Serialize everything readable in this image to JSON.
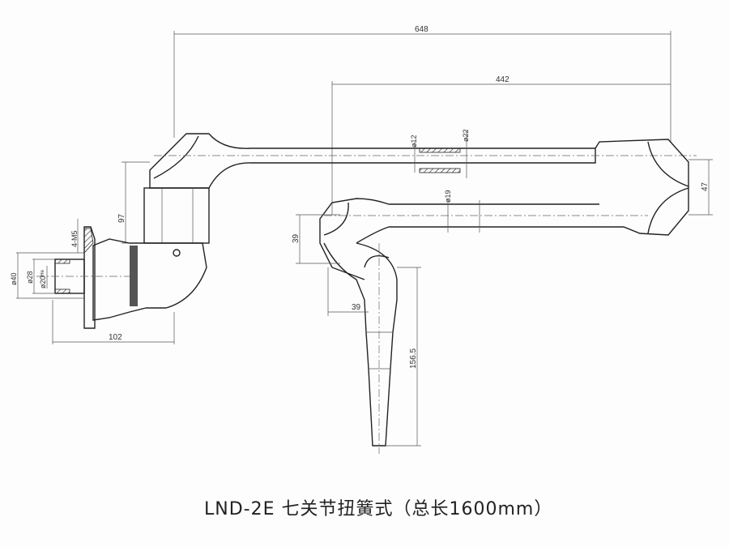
{
  "title": "LND-2E 七关节扭簧式（总长1600mm）",
  "dimensions": {
    "overall_length": "648",
    "upper_span": "442",
    "d12": "ø12",
    "d22": "ø22",
    "d19": "ø19",
    "height_97": "97",
    "length_102": "102",
    "height_39": "39",
    "width_39": "39",
    "length_156_5": "156.5",
    "height_47": "47",
    "d40": "ø40",
    "d28": "ø28",
    "d20": "ø20ᴴ⁸",
    "bolts": "4-M5"
  }
}
